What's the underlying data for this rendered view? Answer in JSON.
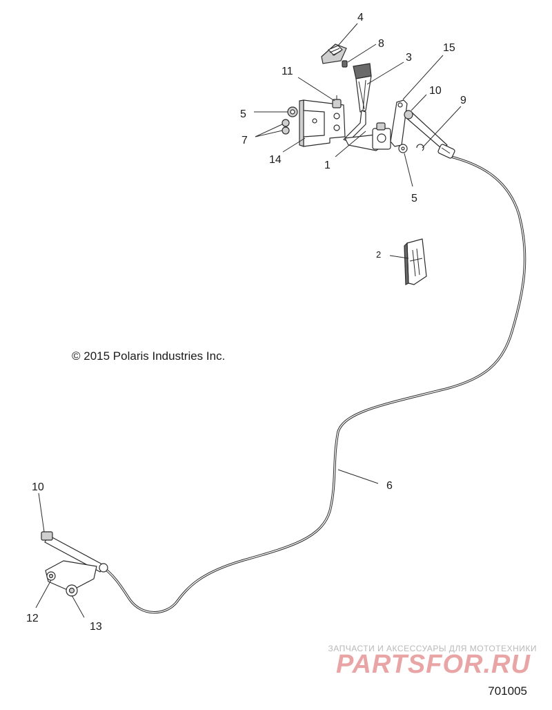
{
  "callouts": {
    "c4": "4",
    "c8": "8",
    "c3": "3",
    "c15": "15",
    "c11": "11",
    "c10_top": "10",
    "c9": "9",
    "c5_left": "5",
    "c7": "7",
    "c14": "14",
    "c1": "1",
    "c5_right": "5",
    "c2": "2",
    "c6": "6",
    "c10_bottom": "10",
    "c12": "12",
    "c13": "13"
  },
  "copyright": "© 2015 Polaris Industries Inc.",
  "watermark": {
    "tagline": "ЗАПЧАСТИ И АКСЕССУАРЫ ДЛЯ МОТОТЕХНИКИ",
    "brand": "PARTSFOR.RU"
  },
  "drawing_number": "701005"
}
